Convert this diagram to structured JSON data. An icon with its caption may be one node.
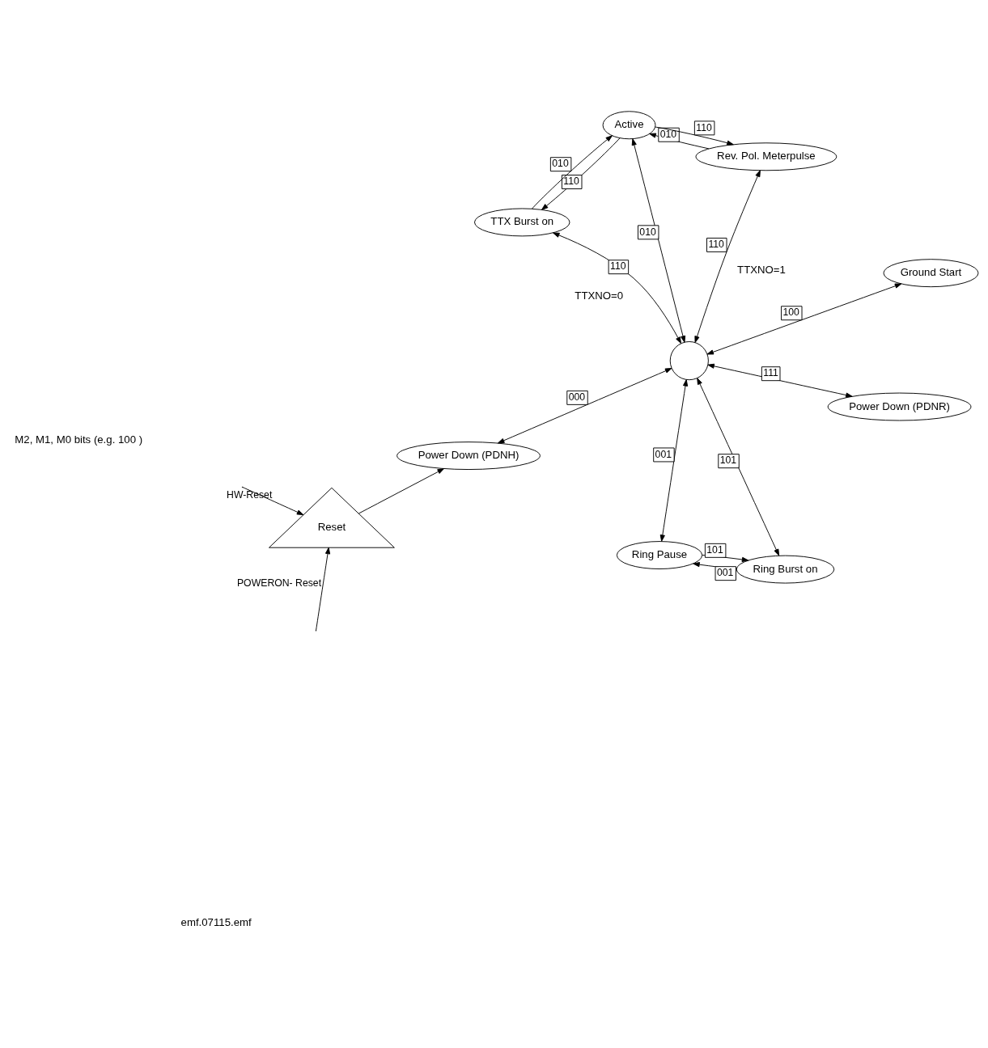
{
  "diagram": {
    "nodes": [
      {
        "text": [
          "Power Down (PDNR)"
        ]
      },
      {
        "text": [
          "Rev. Pol. Meterpulse"
        ]
      },
      {
        "text": [
          "Ground Start"
        ]
      },
      {
        "text": [
          "Active"
        ]
      },
      {
        "text": [],
        "shape": "circle"
      },
      {
        "text": [
          "Ring Burst on"
        ]
      },
      {
        "text": [
          "TTX Burst on"
        ]
      },
      {
        "text": [
          "Ring Pause"
        ]
      },
      {
        "text": [
          "Power Down (PDNH)"
        ]
      },
      {
        "text": [
          "Reset"
        ]
      }
    ],
    "edges": [
      {
        "from": 4,
        "to": 0,
        "arrow": "both",
        "label": "111"
      },
      {
        "from": 4,
        "to": 2,
        "arrow": "both",
        "label": "100"
      },
      {
        "from": 4,
        "to": 1,
        "arrow": "both",
        "label": "110"
      },
      {
        "from": 4,
        "to": 3,
        "arrow": "both",
        "label": "010"
      },
      {
        "from": 4,
        "to": 5,
        "arrow": "both",
        "label": "101"
      },
      {
        "from": 4,
        "to": 7,
        "arrow": "both",
        "label": "001"
      },
      {
        "from": 4,
        "to": 6,
        "arrow": "both",
        "label": "110"
      },
      {
        "from": 4,
        "to": 8,
        "arrow": "both",
        "label": "000"
      },
      {
        "from": 1,
        "to": 3,
        "arrow": "to",
        "label": "010"
      },
      {
        "from": 3,
        "to": 1,
        "arrow": "to",
        "label": "110"
      },
      {
        "from": 6,
        "to": 3,
        "arrow": "to",
        "label": "010"
      },
      {
        "from": 3,
        "to": 6,
        "arrow": "to",
        "label": "110"
      },
      {
        "from": 7,
        "to": 5,
        "arrow": "to",
        "label": "101"
      },
      {
        "from": 5,
        "to": 7,
        "arrow": "to",
        "label": "001"
      },
      {
        "from": 9,
        "to": 8,
        "arrow": "to"
      },
      {
        "from": null,
        "to": 9,
        "arrow": "to",
        "label": "POWERON- Reset"
      },
      {
        "from": null,
        "to": 9,
        "arrow": "to",
        "label": "HW-Reset"
      }
    ],
    "labels": [
      "TTXNO=1",
      "TTXNO=0",
      "M2, M1, M0 bits (e.g. 100 )",
      "emf.07115.emf"
    ]
  }
}
